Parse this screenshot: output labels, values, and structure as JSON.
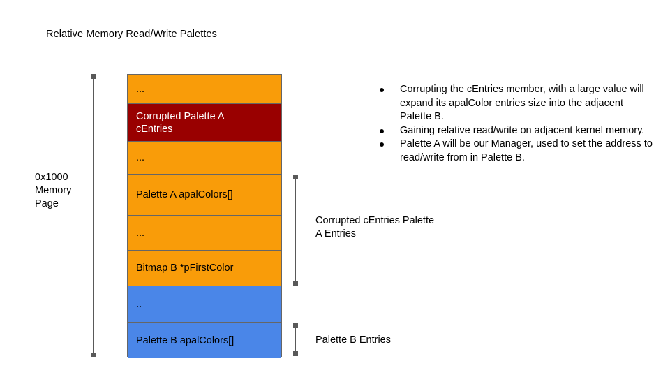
{
  "slide": {
    "title": "Relative Memory Read/Write Palettes"
  },
  "memory_page": {
    "label": "0x1000\nMemory\nPage",
    "rows": [
      {
        "label": "...",
        "color_name": "orange",
        "color": "#f99c09"
      },
      {
        "label": "Corrupted Palette A\ncEntries",
        "color_name": "red",
        "color": "#990000"
      },
      {
        "label": "...",
        "color_name": "orange",
        "color": "#f99c09"
      },
      {
        "label": "Palette A apalColors[]",
        "color_name": "orange",
        "color": "#f99c09"
      },
      {
        "label": "...",
        "color_name": "orange",
        "color": "#f99c09"
      },
      {
        "label": "Bitmap B *pFirstColor",
        "color_name": "orange",
        "color": "#f99c09"
      },
      {
        "label": "..",
        "color_name": "blue",
        "color": "#4a86e8"
      },
      {
        "label": "Palette B apalColors[]",
        "color_name": "blue",
        "color": "#4a86e8"
      }
    ]
  },
  "annotations": [
    {
      "label": "Corrupted cEntries Palette\nA Entries"
    },
    {
      "label": "Palette B Entries"
    }
  ],
  "bullets": [
    {
      "text": "Corrupting the cEntries member, with a large value will expand its apalColor entries size into the adjacent Palette B."
    },
    {
      "text": "Gaining relative read/write on adjacent kernel memory."
    },
    {
      "text": "Palette A will be our Manager, used to set the address to read/write from in Palette B."
    }
  ]
}
